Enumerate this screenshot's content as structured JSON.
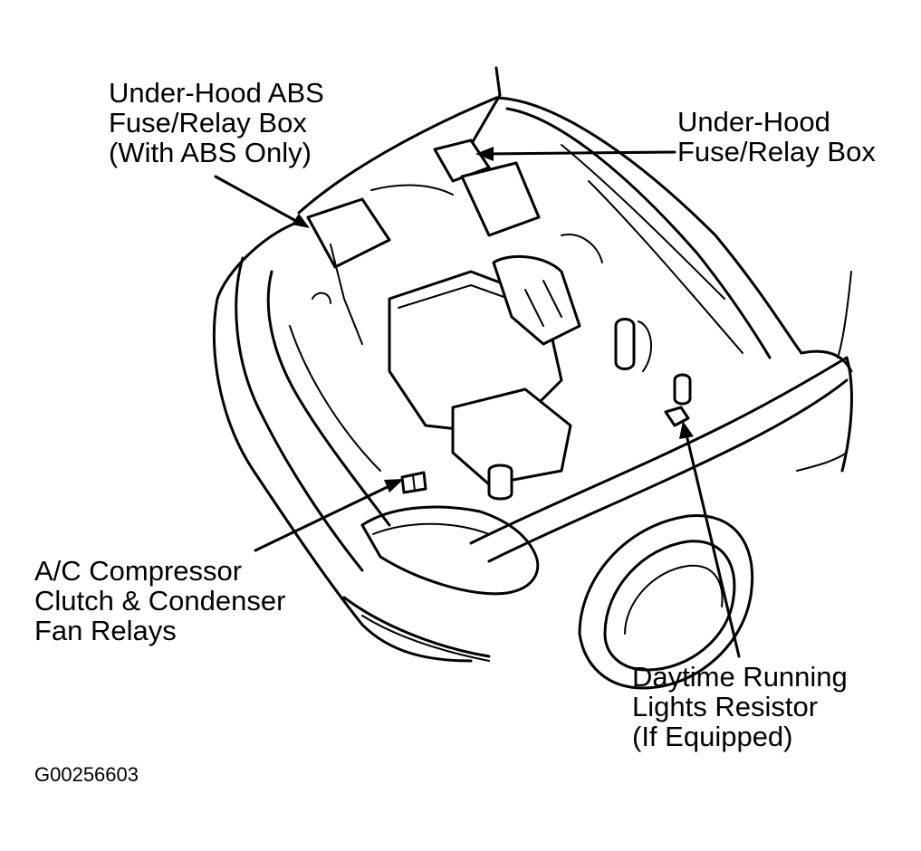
{
  "callouts": {
    "abs_box": [
      "Under-Hood ABS",
      "Fuse/Relay Box",
      "(With ABS Only)"
    ],
    "fuse_box": [
      "Under-Hood",
      "Fuse/Relay Box"
    ],
    "ac_relays": [
      "A/C Compressor",
      "Clutch & Condenser",
      "Fan Relays"
    ],
    "drl_resistor": [
      "Daytime Running",
      "Lights Resistor",
      "(If Equipped)"
    ]
  },
  "figure_id": "G00256603",
  "colors": {
    "ink": "#000000",
    "paper": "#ffffff"
  }
}
